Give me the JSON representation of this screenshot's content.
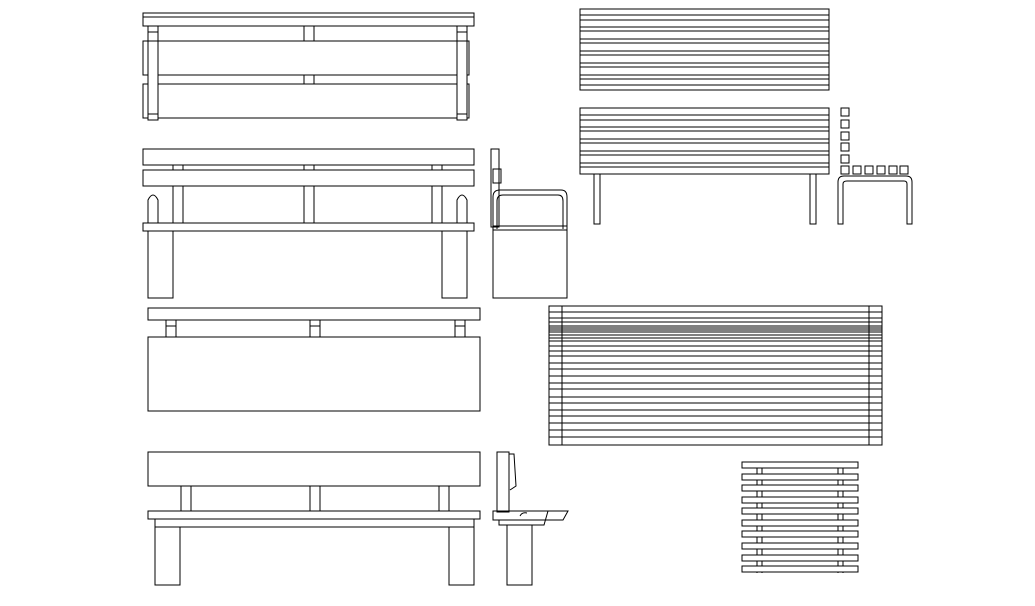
{
  "drawing": {
    "line_color": "#000000",
    "background_color": "#ffffff",
    "views": [
      "bench-top-view-a",
      "bench-front-view-armrests",
      "bench-side-view-armrest",
      "bench-back-view-a",
      "bench-front-view-b",
      "bench-side-view-b",
      "slatted-bench-back-panel",
      "slatted-bench-front-view",
      "slatted-bench-side-view",
      "slatted-bench-top-view",
      "slatted-bench-seat-plan"
    ]
  }
}
